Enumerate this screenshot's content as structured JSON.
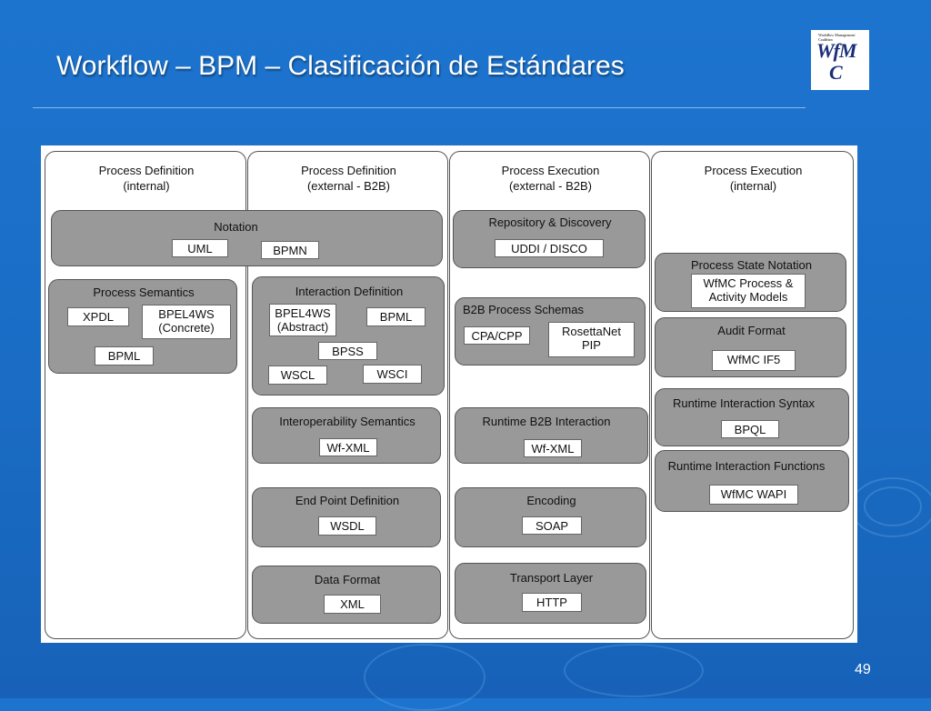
{
  "slide": {
    "title": "Workflow – BPM – Clasificación de Estándares",
    "page_number": "49",
    "logo": {
      "label": "WfMC",
      "tiny_text": "Workflow Management Coalition",
      "line1": "WfM",
      "line2": "C"
    }
  },
  "columns": [
    {
      "heading": "Process Definition\n(internal)"
    },
    {
      "heading": "Process Definition\n(external - B2B)"
    },
    {
      "heading": "Process Execution\n(external - B2B)"
    },
    {
      "heading": "Process Execution\n(internal)"
    }
  ],
  "groups": {
    "notation": {
      "title": "Notation",
      "items": [
        "UML",
        "BPMN"
      ]
    },
    "process_semantics": {
      "title": "Process Semantics",
      "items": [
        "XPDL",
        "BPEL4WS\n(Concrete)",
        "BPML"
      ]
    },
    "interaction_definition": {
      "title": "Interaction Definition",
      "items": [
        "BPEL4WS\n(Abstract)",
        "BPML",
        "BPSS",
        "WSCL",
        "WSCI"
      ]
    },
    "interoperability_semantics": {
      "title": "Interoperability Semantics",
      "items": [
        "Wf-XML"
      ]
    },
    "end_point_definition": {
      "title": "End Point Definition",
      "items": [
        "WSDL"
      ]
    },
    "data_format": {
      "title": "Data Format",
      "items": [
        "XML"
      ]
    },
    "repository_discovery": {
      "title": "Repository & Discovery",
      "items": [
        "UDDI / DISCO"
      ]
    },
    "b2b_process_schemas": {
      "title": "B2B Process Schemas",
      "items": [
        "CPA/CPP",
        "RosettaNet\nPIP"
      ]
    },
    "runtime_b2b_interaction": {
      "title": "Runtime B2B  Interaction",
      "items": [
        "Wf-XML"
      ]
    },
    "encoding": {
      "title": "Encoding",
      "items": [
        "SOAP"
      ]
    },
    "transport_layer": {
      "title": "Transport Layer",
      "items": [
        "HTTP"
      ]
    },
    "process_state_notation": {
      "title": "Process State Notation",
      "items": [
        "WfMC Process &\nActivity Models"
      ]
    },
    "audit_format": {
      "title": "Audit Format",
      "items": [
        "WfMC IF5"
      ]
    },
    "runtime_interaction_syntax": {
      "title": "Runtime Interaction Syntax",
      "items": [
        "BPQL"
      ]
    },
    "runtime_interaction_functions": {
      "title": "Runtime Interaction Functions",
      "items": [
        "WfMC WAPI"
      ]
    }
  }
}
